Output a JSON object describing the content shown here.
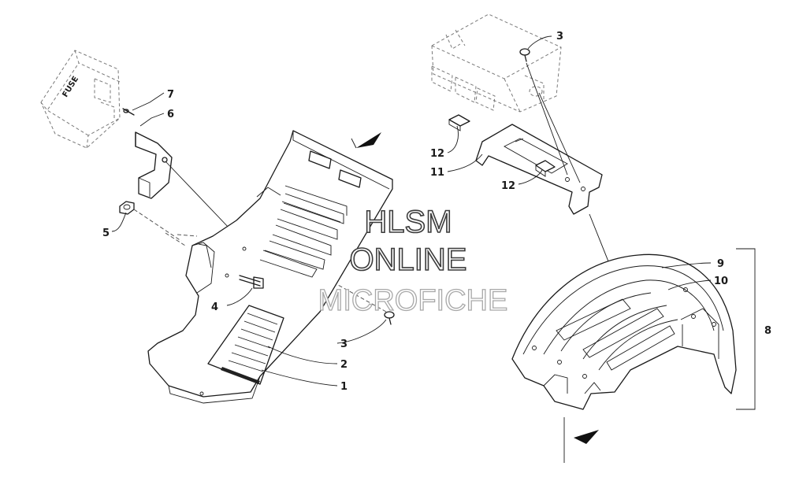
{
  "watermark": {
    "line1": "HLSM",
    "line2": "ONLINE",
    "line3": "MICROFICHE"
  },
  "fuse_box_label": "FUSE",
  "callouts": [
    {
      "id": "c1",
      "label": "1"
    },
    {
      "id": "c2",
      "label": "2"
    },
    {
      "id": "c3a",
      "label": "3"
    },
    {
      "id": "c3b",
      "label": "3"
    },
    {
      "id": "c4",
      "label": "4"
    },
    {
      "id": "c5",
      "label": "5"
    },
    {
      "id": "c6",
      "label": "6"
    },
    {
      "id": "c7",
      "label": "7"
    },
    {
      "id": "c8",
      "label": "8"
    },
    {
      "id": "c9",
      "label": "9"
    },
    {
      "id": "c10",
      "label": "10"
    },
    {
      "id": "c11",
      "label": "11"
    },
    {
      "id": "c12a",
      "label": "12"
    },
    {
      "id": "c12b",
      "label": "12"
    }
  ]
}
